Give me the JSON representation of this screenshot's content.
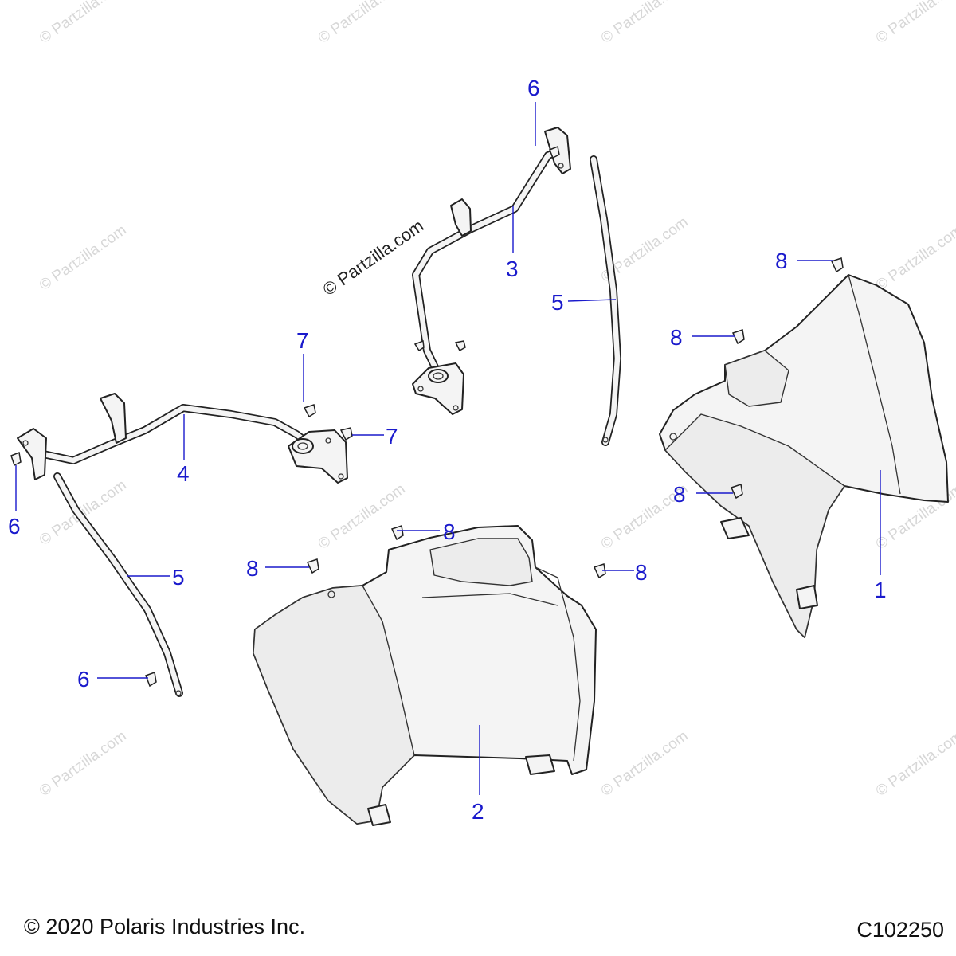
{
  "watermark": {
    "text": "© Partzilla.com",
    "prominent_text": "© Partzilla.com"
  },
  "callouts": {
    "c1": "1",
    "c2": "2",
    "c3": "3",
    "c4": "4",
    "c5a": "5",
    "c5b": "5",
    "c6a": "6",
    "c6b": "6",
    "c6c": "6",
    "c7a": "7",
    "c7b": "7",
    "c8a": "8",
    "c8b": "8",
    "c8c": "8",
    "c8d": "8",
    "c8e": "8",
    "c8f": "8"
  },
  "footer": {
    "copyright": "© 2020 Polaris Industries Inc.",
    "diagram_code": "C102250"
  },
  "colors": {
    "callout": "#1a1acc",
    "line_art": "#222222",
    "part_fill": "#f4f4f4",
    "watermark": "#d7d7d7"
  }
}
